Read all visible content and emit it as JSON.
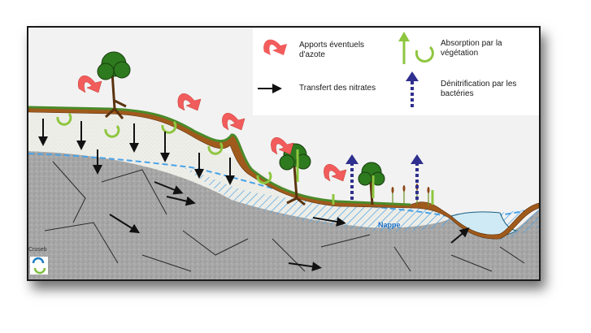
{
  "legend": {
    "apports": "Apports éventuels\nd'azote",
    "transfert": "Transfert des nitrates",
    "absorption": "Absorption par la\nvégétation",
    "denitrification": "Dénitrification par les\nbactéries"
  },
  "water_label": "Nappe",
  "logo": {
    "text": "Croseb"
  },
  "colors": {
    "rock": "#a9a9a9",
    "sediment": "#ebebe6",
    "soil": "#a05a1c",
    "grass": "#4a8a2a",
    "water_hatch": "#4aa3e6",
    "red_arrow": "#f25c5c",
    "green_arrow": "#8ec63f",
    "blue_arrow": "#2f2f8f"
  }
}
